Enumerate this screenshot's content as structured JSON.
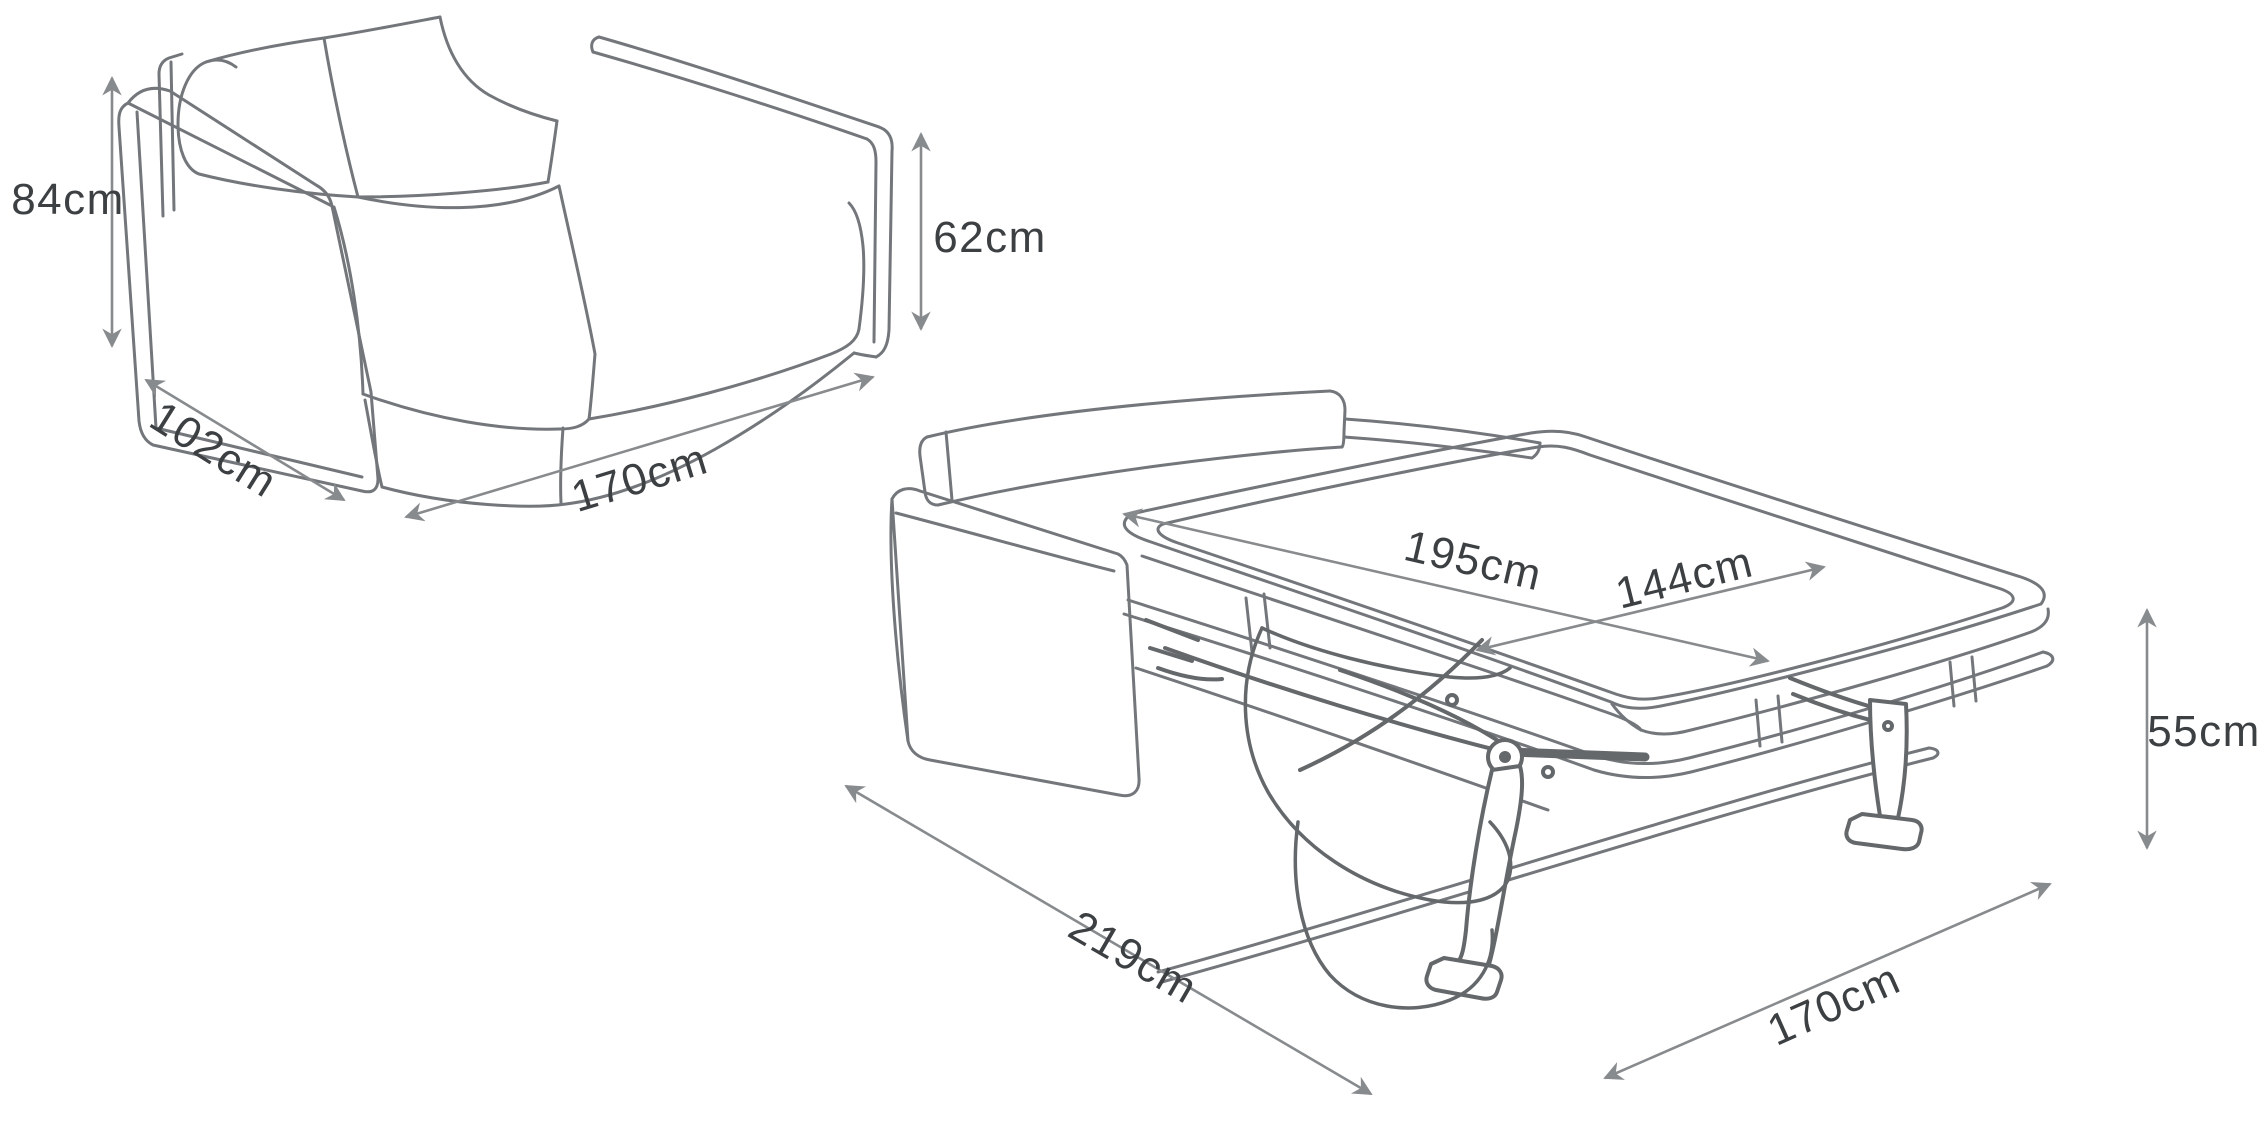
{
  "page": {
    "background": "#ffffff",
    "description": "Sofa bed dimension diagram, closed and open views"
  },
  "colors": {
    "outline": "#73767a",
    "mechanism": "#65686b",
    "arrow": "#888b8e",
    "label": "#3d4043"
  },
  "sofa_closed": {
    "name": "sofa closed view",
    "dimensions": {
      "height": {
        "label": "84cm"
      },
      "depth": {
        "label": "102cm"
      },
      "width": {
        "label": "170cm"
      },
      "seat_height": {
        "label": "62cm"
      }
    }
  },
  "sofa_open": {
    "name": "sofa bed open view",
    "dimensions": {
      "mattress_length": {
        "label": "195cm"
      },
      "mattress_width": {
        "label": "144cm"
      },
      "open_depth": {
        "label": "219cm"
      },
      "bed_height": {
        "label": "55cm"
      },
      "frame_width": {
        "label": "170cm"
      }
    }
  }
}
